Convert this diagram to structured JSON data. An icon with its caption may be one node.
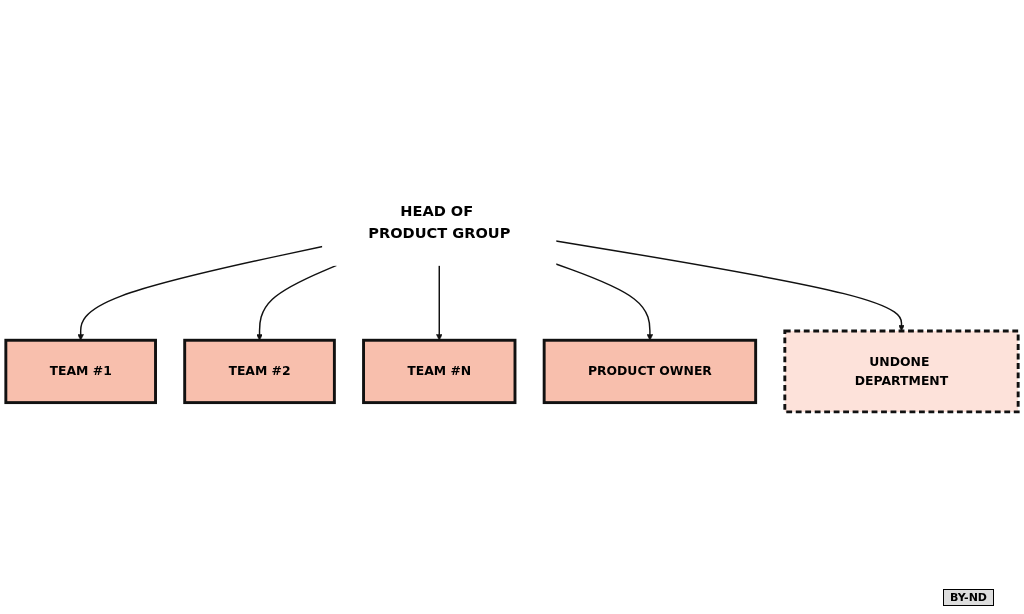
{
  "diagram": {
    "nodes": [
      {
        "text": [
          "HEAD OF PRODUCT GROUP"
        ]
      },
      {
        "text": [
          "TEAM #1"
        ]
      },
      {
        "text": [
          "TEAM #2"
        ]
      },
      {
        "text": [
          "TEAM #N"
        ]
      },
      {
        "text": [
          "PRODUCT OWNER"
        ]
      },
      {
        "text": [
          "UNDONE DEPARTMENT"
        ]
      }
    ],
    "edges": [
      {
        "from": 0,
        "to": 1,
        "arrow": "to"
      },
      {
        "from": 0,
        "to": 2,
        "arrow": "to"
      },
      {
        "from": 0,
        "to": 3,
        "arrow": "to"
      },
      {
        "from": 0,
        "to": 4,
        "arrow": "to"
      },
      {
        "from": 0,
        "to": 5,
        "arrow": "to"
      }
    ],
    "labels": [
      "BY-ND"
    ]
  }
}
